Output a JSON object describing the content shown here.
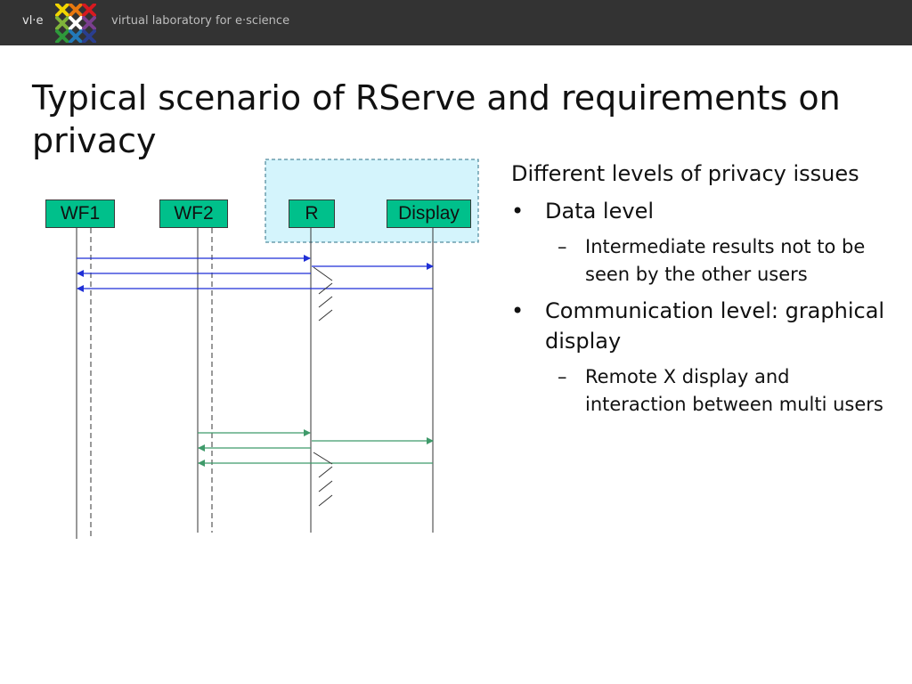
{
  "header": {
    "brand_abbr": "vl·e",
    "brand_full": "virtual laboratory for e·science",
    "logo_colors": [
      "#f2d500",
      "#e9780e",
      "#d71920",
      "#7fb43b",
      "#ffffff",
      "#7a3f8f",
      "#2e9a3b",
      "#2379b8",
      "#2a3e8f"
    ]
  },
  "title": "Typical scenario of RServe and requirements on privacy",
  "diagram": {
    "nodes": [
      "WF1",
      "WF2",
      "R",
      "Display"
    ],
    "fill_color": "#00c08b",
    "region_color": "#d4f4fc",
    "blue_arrow_color": "#1f2fd6",
    "green_arrow_color": "#3f9a6a"
  },
  "bullets": {
    "lead": "Different levels of privacy issues",
    "items": [
      {
        "label": "Data level",
        "sub": [
          "Intermediate results not to be seen by the other users"
        ]
      },
      {
        "label": "Communication level: graphical display",
        "sub": [
          "Remote X display and interaction between multi users"
        ]
      }
    ]
  }
}
